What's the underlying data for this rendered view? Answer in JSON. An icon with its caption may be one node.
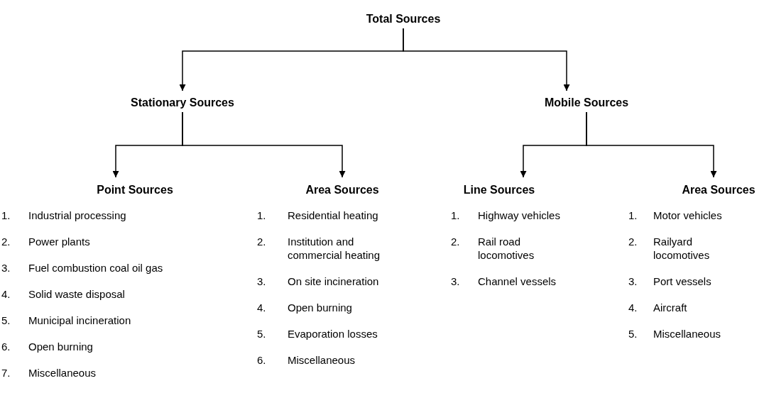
{
  "diagram": {
    "nodes": [
      {
        "text": [
          "Total Sources"
        ]
      },
      {
        "text": [
          "Stationary Sources"
        ]
      },
      {
        "text": [
          "Mobile Sources"
        ]
      },
      {
        "text": [
          "Point Sources"
        ]
      },
      {
        "text": [
          "Area Sources"
        ]
      },
      {
        "text": [
          "Line Sources"
        ]
      },
      {
        "text": [
          "Area Sources"
        ]
      }
    ],
    "edges": [
      {
        "from": 0,
        "to": 1,
        "arrow": "to"
      },
      {
        "from": 0,
        "to": 2,
        "arrow": "to"
      },
      {
        "from": 1,
        "to": 3,
        "arrow": "to"
      },
      {
        "from": 1,
        "to": 4,
        "arrow": "to"
      },
      {
        "from": 2,
        "to": 5,
        "arrow": "to"
      },
      {
        "from": 2,
        "to": 6,
        "arrow": "to"
      }
    ],
    "labels": [
      "1. Industrial processing",
      "2. Power plants",
      "3. Fuel combustion coal oil gas",
      "4. Solid waste disposal",
      "5. Municipal incineration",
      "6. Open burning",
      "7. Miscellaneous",
      "1. Residential heating",
      "2. Institution and commercial heating",
      "3. On site incineration",
      "4. Open burning",
      "5. Evaporation losses",
      "6. Miscellaneous",
      "1. Highway vehicles",
      "2. Rail road locomotives",
      "3. Channel vessels",
      "1. Motor vehicles",
      "2. Railyard locomotives",
      "3. Port vessels",
      "4. Aircraft",
      "5. Miscellaneous"
    ]
  }
}
